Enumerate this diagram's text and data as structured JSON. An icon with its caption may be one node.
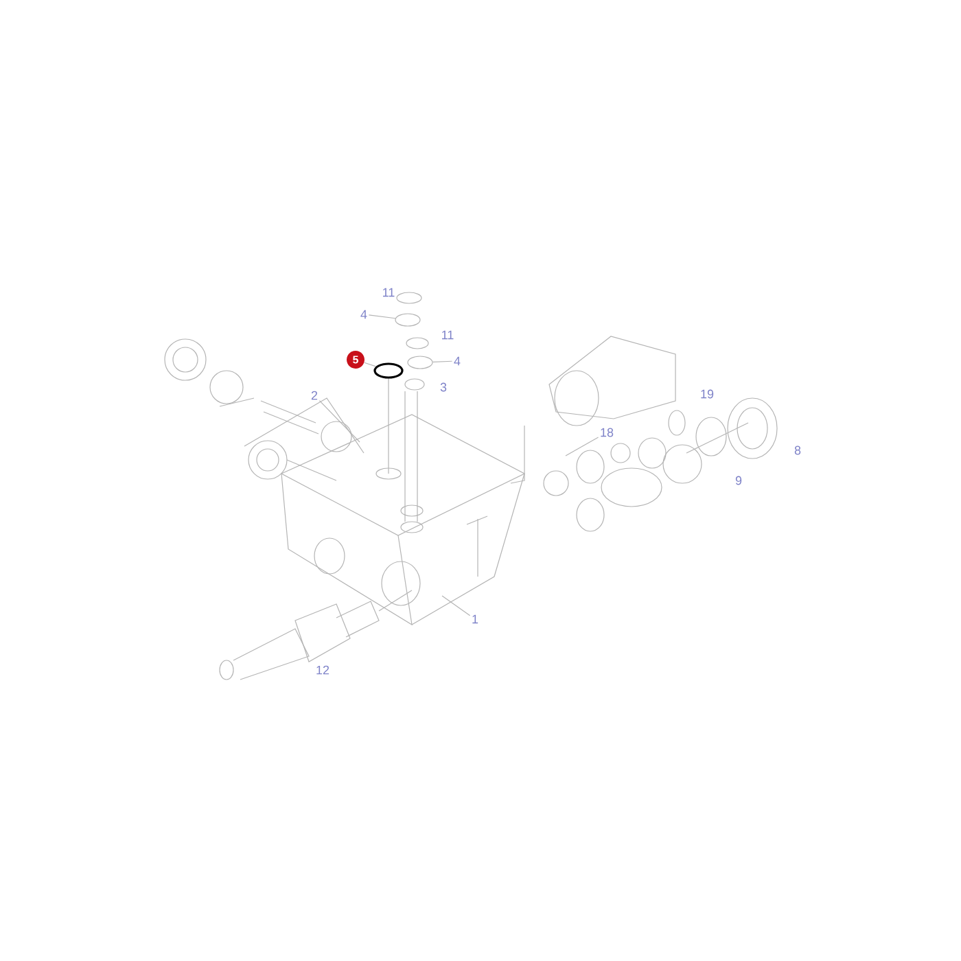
{
  "diagram": {
    "nodes": [
      {
        "text": [
          "11"
        ]
      },
      {
        "text": [
          "4"
        ]
      },
      {
        "text": [
          "11"
        ]
      },
      {
        "text": [
          "4"
        ]
      },
      {
        "text": [
          "3"
        ]
      },
      {
        "text": [
          "5"
        ]
      },
      {
        "text": [
          "2"
        ]
      },
      {
        "text": [
          "19"
        ]
      },
      {
        "text": [
          "18"
        ]
      },
      {
        "text": [
          "8"
        ]
      },
      {
        "text": [
          "9"
        ]
      },
      {
        "text": [
          "1"
        ]
      },
      {
        "text": [
          "12"
        ]
      },
      {
        "text": [],
        "shape": "circle"
      },
      {
        "text": [],
        "shape": "circle"
      },
      {
        "text": [],
        "shape": "circle"
      }
    ],
    "edges": [
      {
        "from": 1,
        "to": 13,
        "arrow": "none"
      },
      {
        "from": 3,
        "to": 14,
        "arrow": "none"
      },
      {
        "from": 5,
        "to": 15,
        "arrow": "none"
      },
      {
        "from": 6,
        "to": null,
        "arrow": "none"
      },
      {
        "from": 8,
        "to": null,
        "arrow": "none"
      },
      {
        "from": 11,
        "to": null,
        "arrow": "none"
      }
    ]
  }
}
